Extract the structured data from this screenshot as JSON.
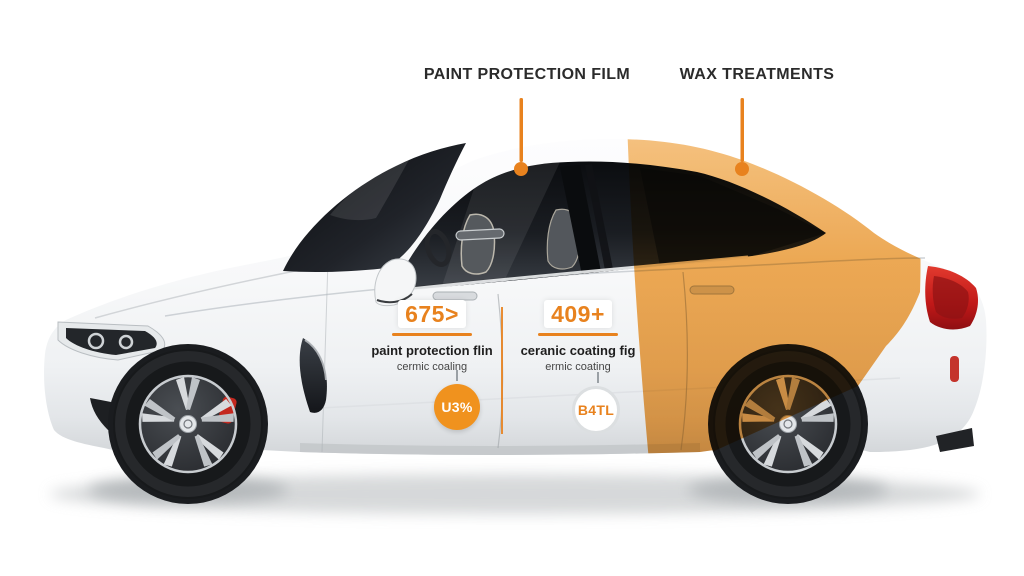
{
  "labels": {
    "ppf": "PAINT PROTECTION FILM",
    "wax": "WAX TREATMENTS"
  },
  "stats": {
    "left": {
      "value": "675>",
      "line1": "paint protection flin",
      "line2": "cermic coaling",
      "badge": "U3%"
    },
    "right": {
      "value": "409+",
      "line1": "ceranic coating fig",
      "line2": "ermic coating",
      "badge": "B4TL"
    }
  },
  "colors": {
    "accent_orange": "#E8821E",
    "badge_orange": "#F0921E",
    "wrap_orange": "#F3AC55",
    "wrap_orange_light": "#F8CB8E",
    "label_text": "#2B2B2B",
    "brake_caliper_red": "#C4281F",
    "taillight_red": "#C01818",
    "car_body_white": "#FAFBFC",
    "glass_dark": "#101216"
  }
}
